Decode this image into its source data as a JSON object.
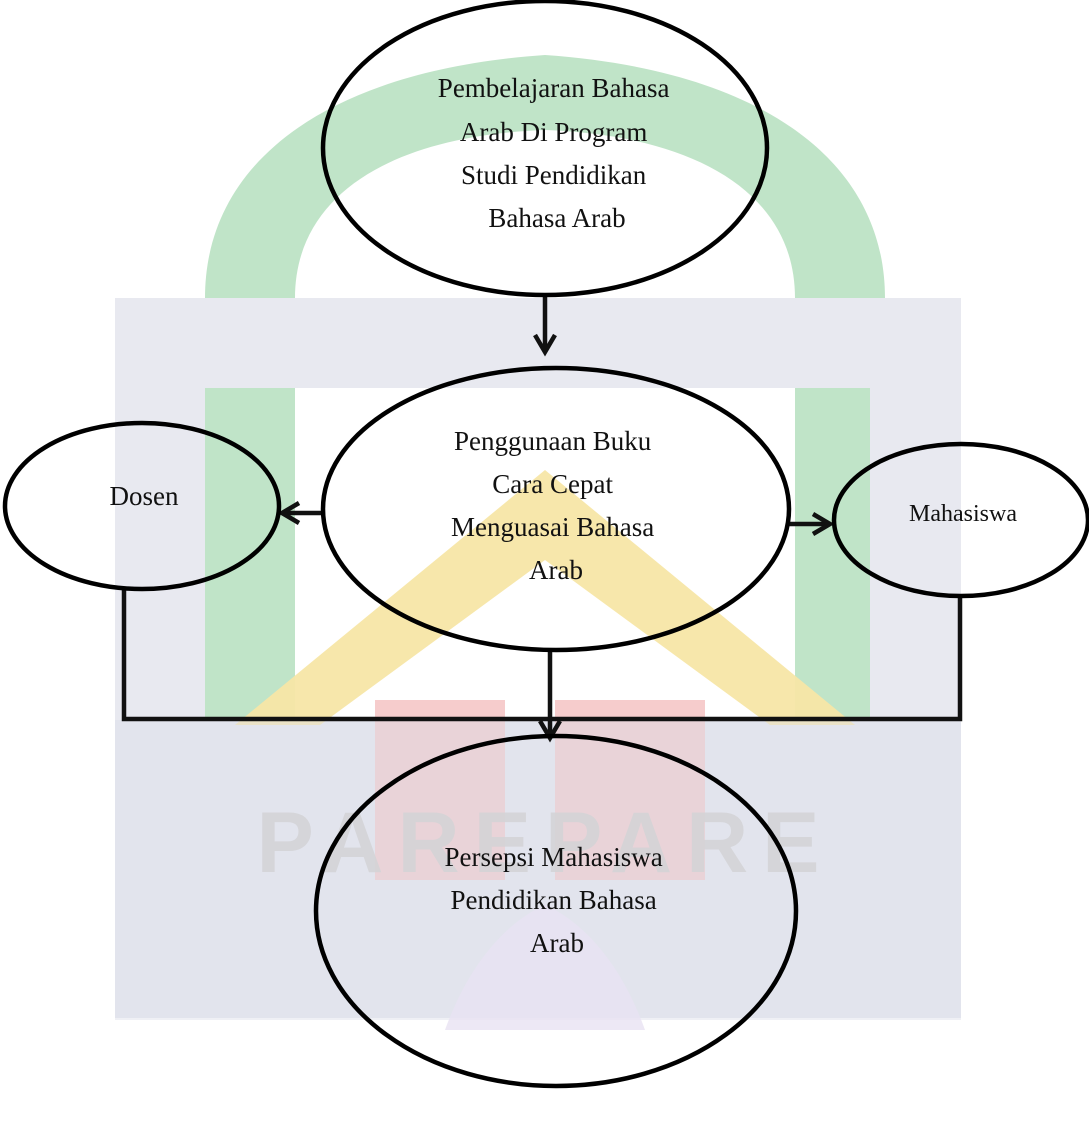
{
  "diagram": {
    "nodes": [
      {
        "id": "pembelajaran",
        "lines": [
          "Pembelajaran Bahasa",
          "Arab Di Program",
          "Studi Pendidikan",
          "Bahasa Arab"
        ]
      },
      {
        "id": "penggunaan",
        "lines": [
          "Penggunaan Buku",
          "Cara Cepat",
          "Menguasai Bahasa",
          "Arab"
        ]
      },
      {
        "id": "dosen",
        "lines": [
          "Dosen"
        ]
      },
      {
        "id": "mahasiswa",
        "lines": [
          "Mahasiswa"
        ]
      },
      {
        "id": "persepsi",
        "lines": [
          "Persepsi Mahasiswa",
          "Pendidikan Bahasa",
          "Arab"
        ]
      }
    ],
    "edges": [
      {
        "from": "pembelajaran",
        "to": "penggunaan"
      },
      {
        "from": "penggunaan",
        "to": "dosen"
      },
      {
        "from": "penggunaan",
        "to": "mahasiswa"
      },
      {
        "from": "dosen",
        "to": "persepsi"
      },
      {
        "from": "penggunaan",
        "to": "persepsi"
      },
      {
        "from": "mahasiswa",
        "to": "persepsi"
      }
    ]
  },
  "watermark": {
    "text": "PAREPARE",
    "colors": {
      "green": "#b9e1c2",
      "gray": "#dcdde8",
      "yellow": "#f7e6a6",
      "red": "#f5c6c6",
      "lavender": "#e9e2f2"
    }
  }
}
